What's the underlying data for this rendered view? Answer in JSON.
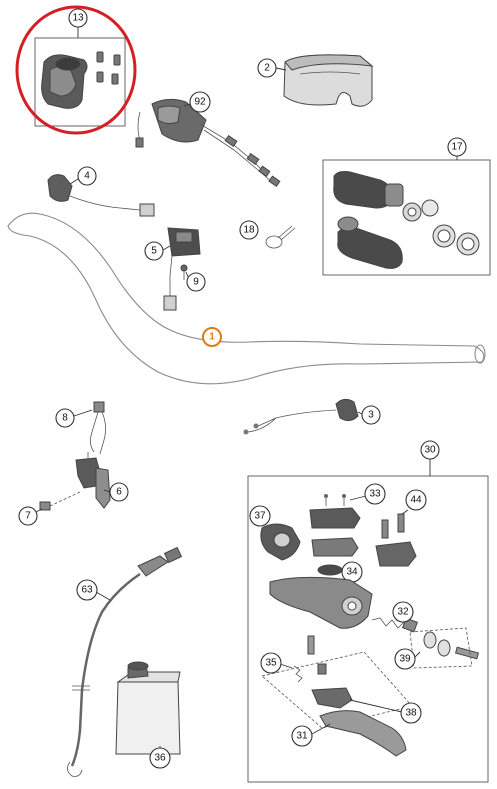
{
  "colors": {
    "highlight_ring": "#d41f26",
    "highlight_callout": "#e07a16",
    "line": "#333333",
    "part_dark": "#4a4a4a",
    "part_mid": "#8c8c8c",
    "part_light": "#d4d4d4"
  },
  "callouts": {
    "c13": "13",
    "c2": "2",
    "c92": "92",
    "c4": "4",
    "c17": "17",
    "c18": "18",
    "c5": "5",
    "c9": "9",
    "c1": "1",
    "c8": "8",
    "c3": "3",
    "c6": "6",
    "c7": "7",
    "c30": "30",
    "c33": "33",
    "c44": "44",
    "c37": "37",
    "c34": "34",
    "c63": "63",
    "c32": "32",
    "c39": "39",
    "c35": "35",
    "c38": "38",
    "c31": "31",
    "c36": "36"
  }
}
